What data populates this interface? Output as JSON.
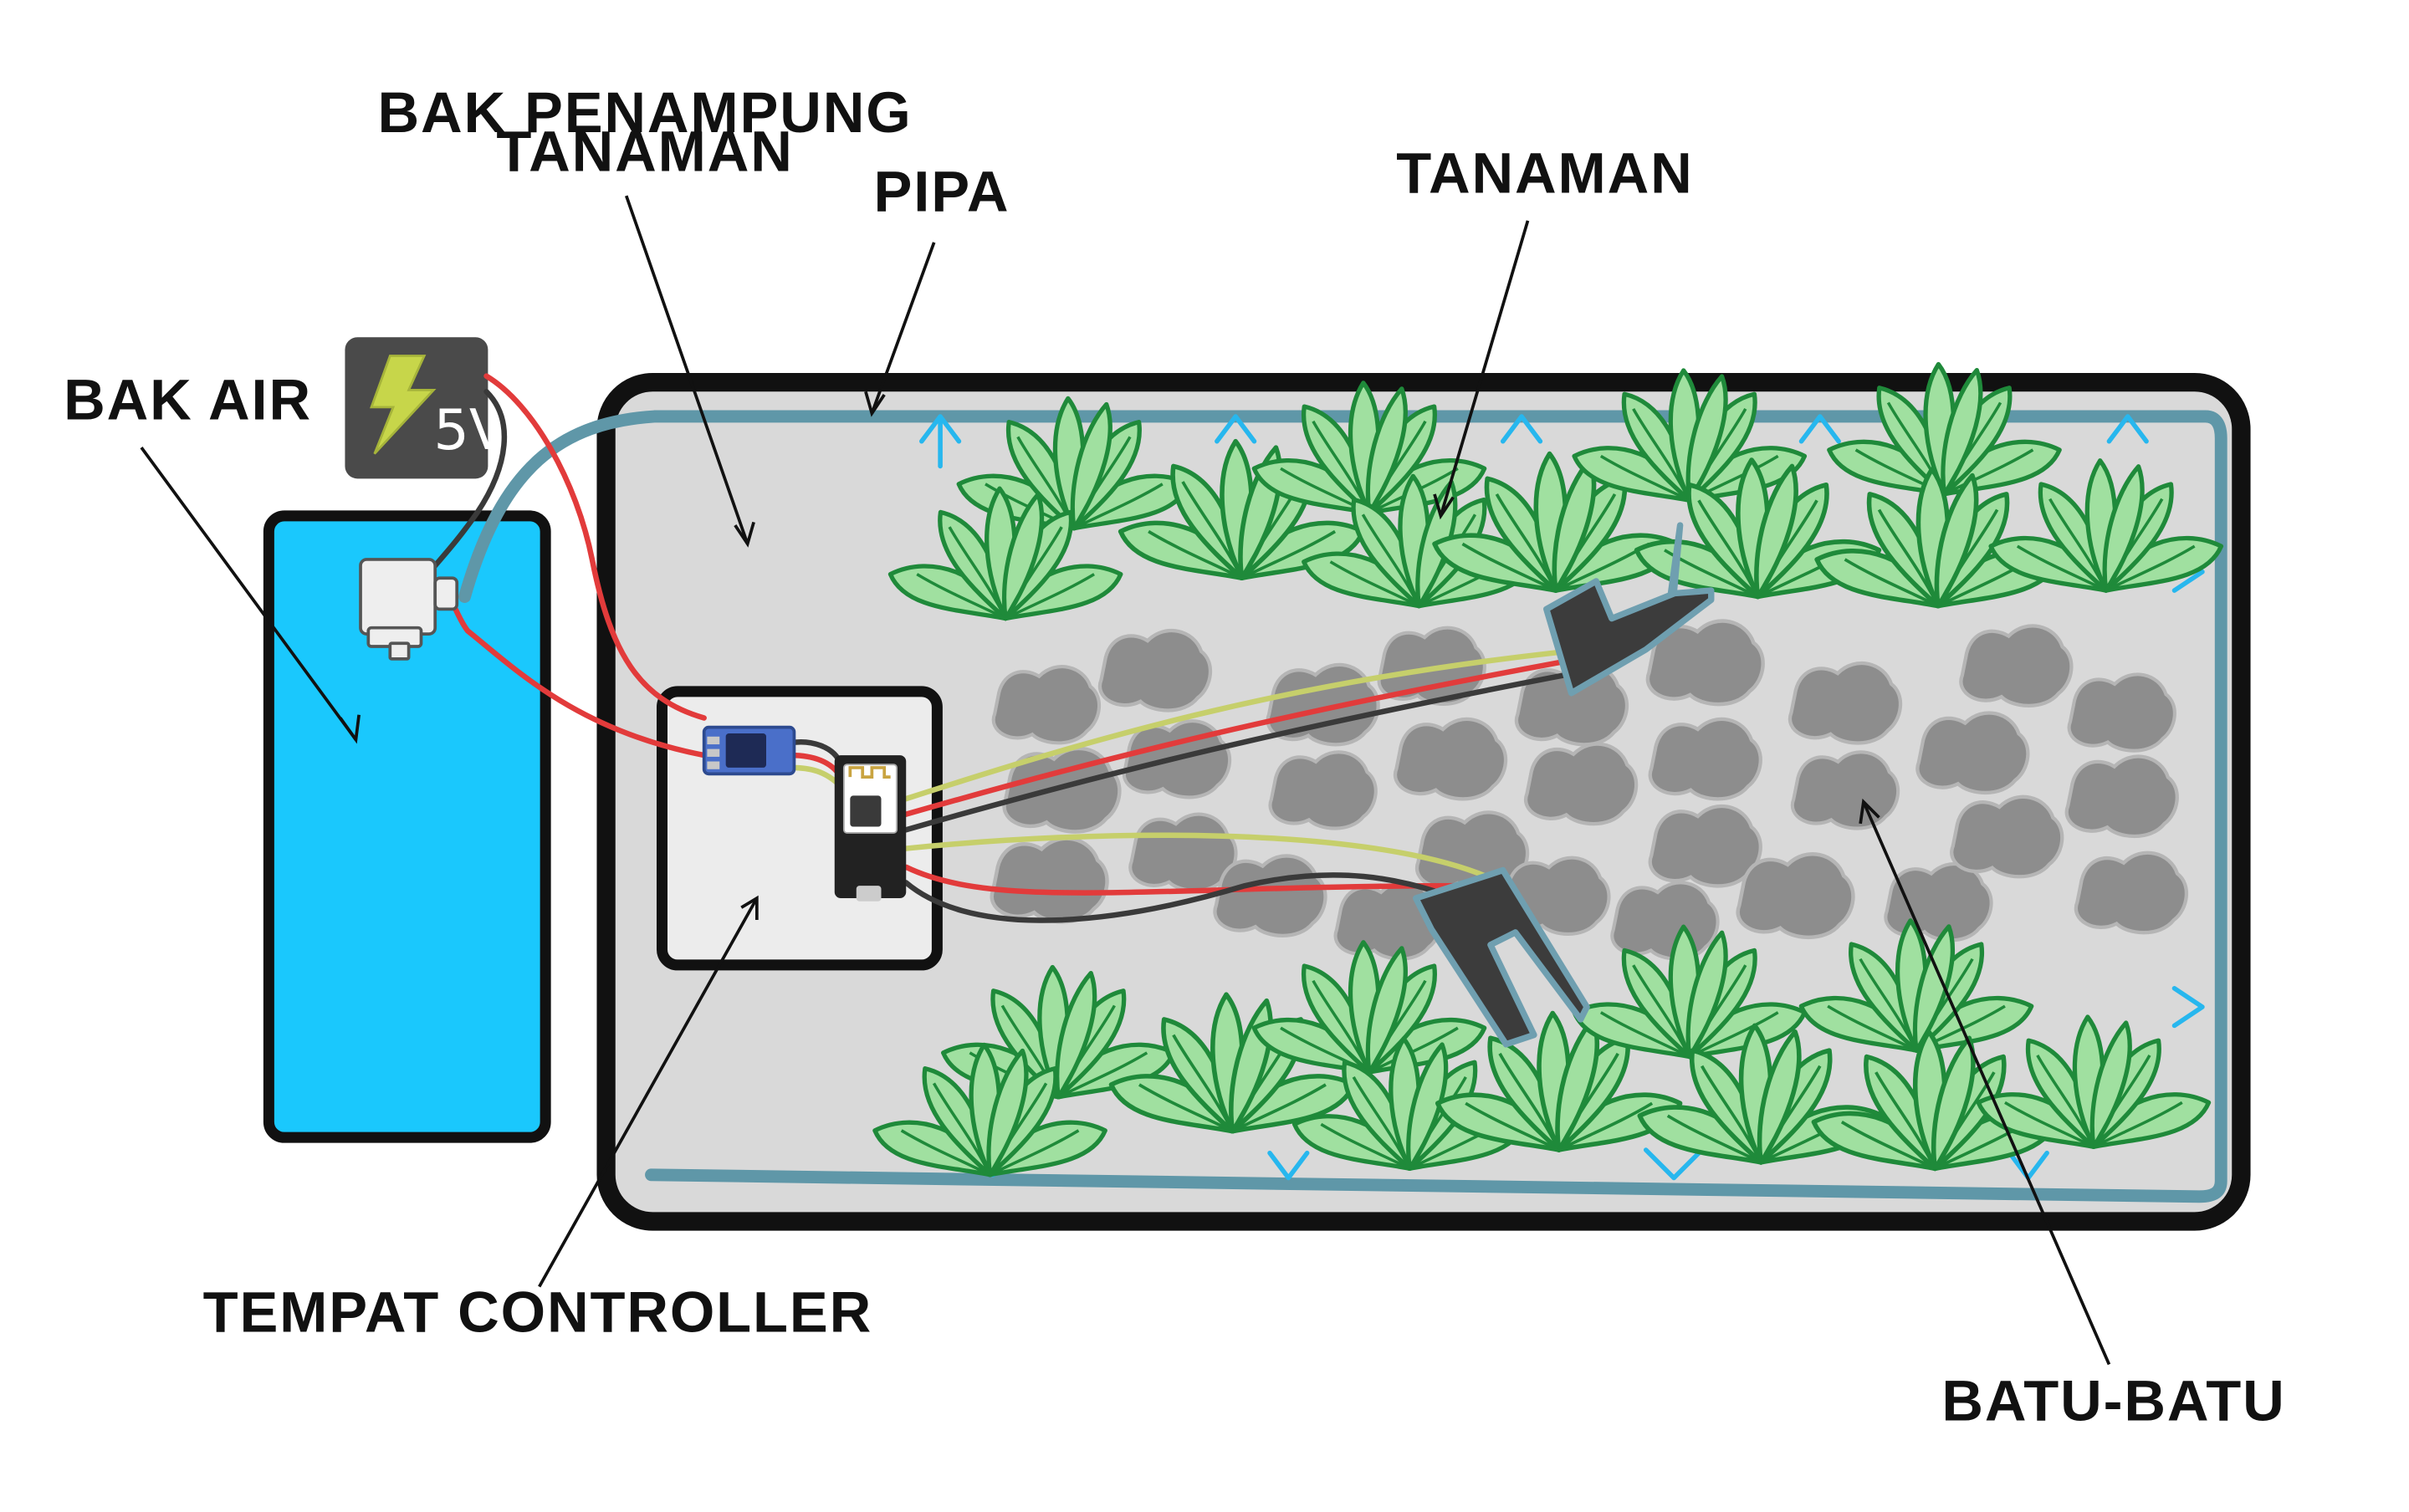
{
  "labels": {
    "bak_air": "BAK AIR",
    "bak_penampung_line1": "BAK PENAMPUNG",
    "bak_penampung_line2": "TANAMAN",
    "pipa": "PIPA",
    "tanaman": "TANAMAN",
    "tempat_controller": "TEMPAT CONTROLLER",
    "batu_batu": "BATU-BATU"
  },
  "power_supply": {
    "voltage": "5V",
    "icon": "lightning-bolt-icon"
  },
  "colors": {
    "water_tank": "#1ac8fd",
    "bed_fill": "#d9d9d9",
    "pipe": "#5f97a8",
    "flow_arrow": "#27b7ee",
    "leaf": "#a0e0a0",
    "leaf_stroke": "#1f8a3a",
    "stone": "#8d8d8d",
    "wire_red": "#e23b3b",
    "wire_black": "#3a3a3a",
    "wire_yellow": "#c6cf6b",
    "relay": "#4a6fc9",
    "controller_box": "#ececec"
  }
}
